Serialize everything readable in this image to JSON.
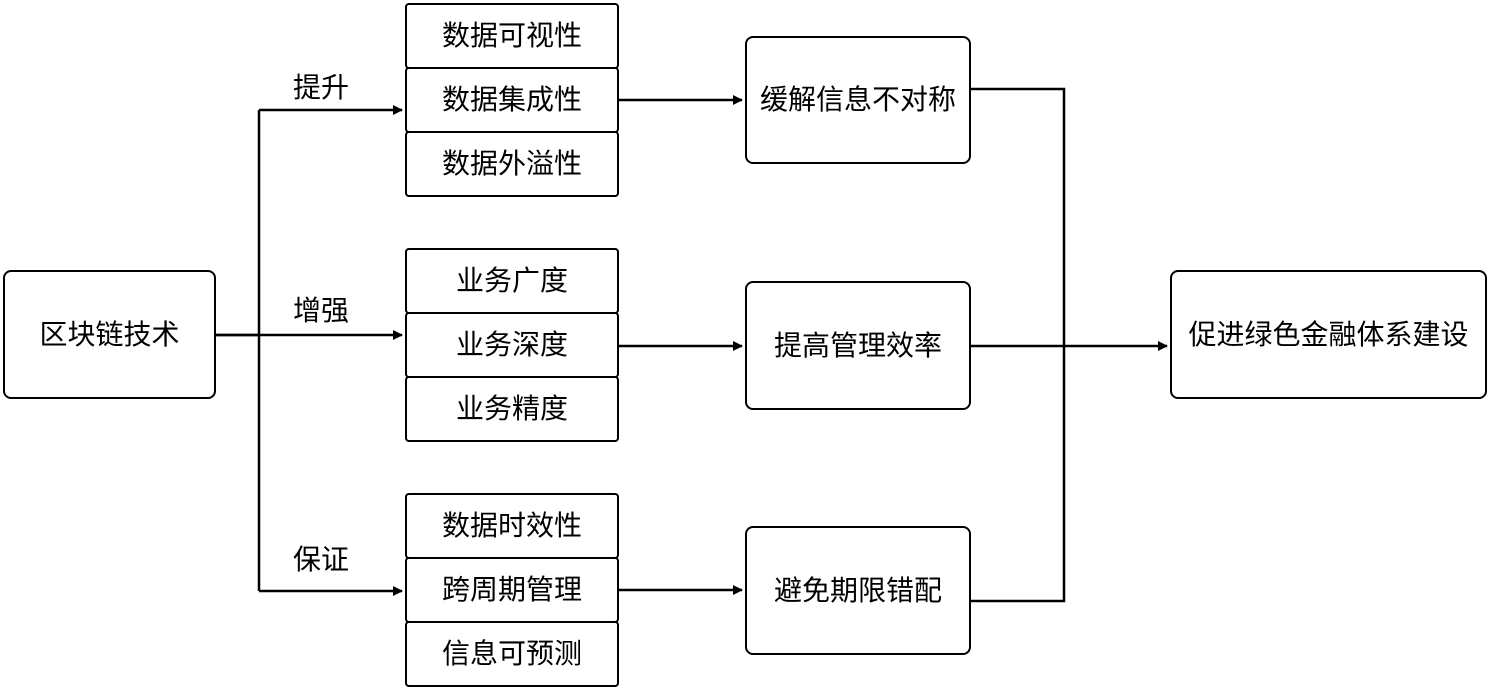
{
  "source": {
    "label": "区块链技术"
  },
  "branches": [
    {
      "edge_label": "提升",
      "items": [
        "数据可视性",
        "数据集成性",
        "数据外溢性"
      ],
      "effect": "缓解信息不对称"
    },
    {
      "edge_label": "增强",
      "items": [
        "业务广度",
        "业务深度",
        "业务精度"
      ],
      "effect": "提高管理效率"
    },
    {
      "edge_label": "保证",
      "items": [
        "数据时效性",
        "跨周期管理",
        "信息可预测"
      ],
      "effect": "避免期限错配"
    }
  ],
  "target": {
    "label": "促进绿色金融体系建设"
  }
}
